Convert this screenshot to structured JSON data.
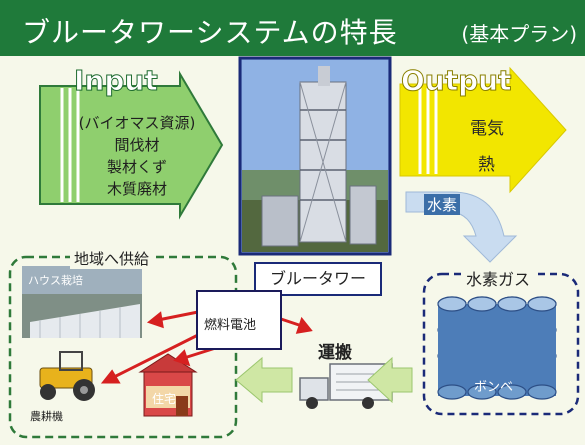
{
  "header": {
    "title": "ブルータワーシステムの特長",
    "subtitle": "(基本プラン)"
  },
  "input": {
    "title": "Input",
    "items": [
      "(バイオマス資源)",
      "間伐材",
      "製材くず",
      "木質廃材"
    ]
  },
  "output": {
    "title": "Output",
    "items": [
      "電気",
      "熱"
    ]
  },
  "tower": {
    "caption": "ブルータワー"
  },
  "hydrogen": {
    "label": "水素"
  },
  "hydrogen_gas": {
    "label": "水素ガス",
    "cylinder_label": "ボンベ"
  },
  "region": {
    "label": "地域へ供給"
  },
  "fuel_cell": {
    "label": "燃料電池"
  },
  "transport": {
    "label": "運搬"
  },
  "house": {
    "label": "ハウス栽培"
  },
  "tractor": {
    "label": "農耕機"
  },
  "home": {
    "label": "住宅"
  },
  "colors": {
    "header_bg": "#1f7a3a",
    "input_arrow": "#8fcf6e",
    "output_arrow": "#f2e600",
    "hydrogen_arrow": "#c9dcf0",
    "supply_arrow": "#cfe7a4",
    "red_arrow": "#d62020",
    "frame_blue": "#1a2a78",
    "dash_green": "#2f7a3a"
  }
}
